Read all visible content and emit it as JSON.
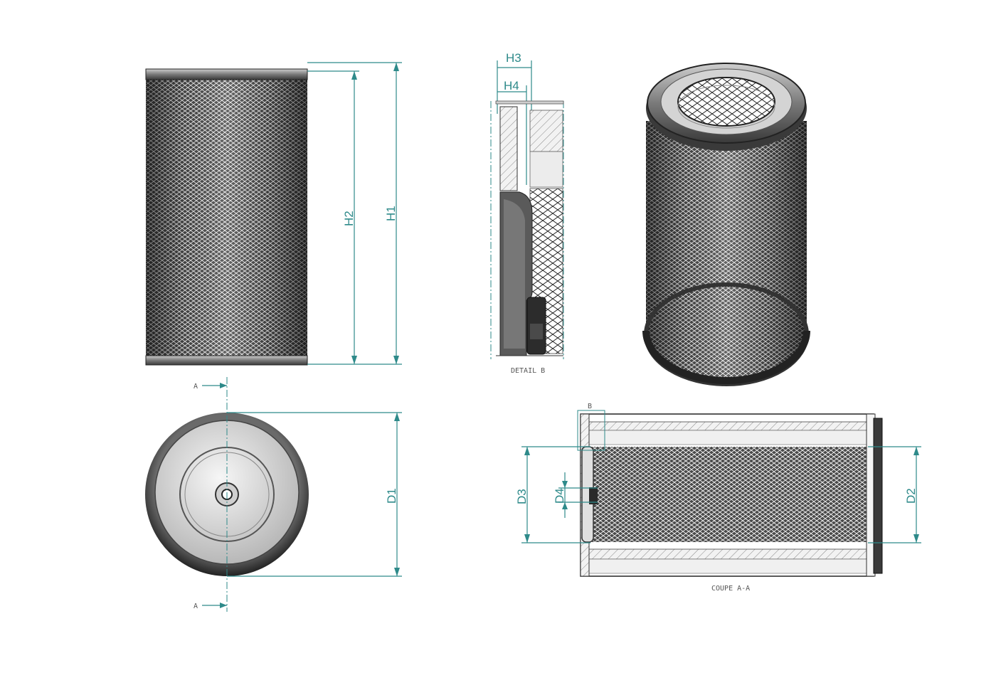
{
  "drawing": {
    "labels": {
      "h1": "H1",
      "h2": "H2",
      "h3": "H3",
      "h4": "H4",
      "d1": "D1",
      "d2": "D2",
      "d3": "D3",
      "d4": "D4",
      "section_mark_top": "A",
      "section_mark_bottom": "A",
      "detail_mark": "B",
      "detail_caption": "DETAIL B",
      "section_caption": "COUPE A-A"
    },
    "colors": {
      "dimension": "#2e8a8a",
      "metal_dark": "#3a3a3a",
      "metal_light": "#d8d8d8",
      "mesh": "#2b2b2b",
      "hatch": "#888888"
    },
    "icons": {
      "front_view": "filter-cartridge-side-icon",
      "iso_view": "filter-cartridge-iso-icon",
      "end_view": "filter-end-cap-icon",
      "section_view": "filter-section-icon",
      "detail_view": "filter-detail-icon"
    }
  }
}
